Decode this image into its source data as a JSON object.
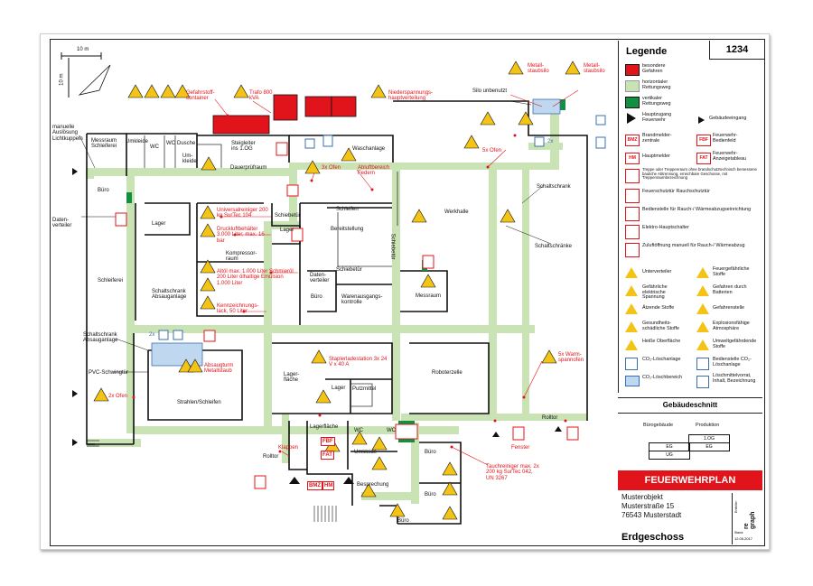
{
  "plan": {
    "number": "1234",
    "scale_label": "10 m",
    "title": "FEUERWEHRPLAN",
    "address": [
      "Musterobjekt",
      "Musterstraße 15",
      "76543 Musterstadt"
    ],
    "floor": "Erdgeschoss",
    "vendor_logo_text": "re graph",
    "vendor_caption": "Ersteller:",
    "date_caption": "Stand:",
    "date": "12.05.2017"
  },
  "colors": {
    "escape_route": "#c9e3b4",
    "danger_red": "#e1141b",
    "vertical_route": "#109040",
    "warning_yellow": "#f3c316"
  },
  "section": {
    "title": "Gebäudeschnitt",
    "col_buero": "Bürogebäude",
    "col_prod": "Produktion",
    "og_label": "1.OG",
    "eg_label": "EG",
    "ug_label": "UG"
  },
  "legend": {
    "title": "Legende",
    "items": [
      {
        "label": "besondere Gefahren",
        "icon": "red-fill"
      },
      {
        "label": "horizontaler Rettungsweg",
        "icon": "green-fill"
      },
      {
        "label": "vertikaler Rettungsweg",
        "icon": "dark-green-fill"
      },
      {
        "label": "Hauptzugang Feuerwehr",
        "icon": "main-entrance-arrow"
      },
      {
        "label": "Gebäudeeingang",
        "icon": "entrance-arrow"
      },
      {
        "label": "Brandmelder-zentrale",
        "icon": "BMZ"
      },
      {
        "label": "Feuerwehr-Bedienfeld",
        "icon": "FBF"
      },
      {
        "label": "Hauptmelder",
        "icon": "HM"
      },
      {
        "label": "Feuerwehr-Anzeigetableau",
        "icon": "FAT"
      },
      {
        "label": "Treppe oder Treppenraum ohne brandschutztechnisch bemessene bauliche Abtrennung, erreichbare Geschosse, mit Treppenraumbezeichnung",
        "icon": "stairs"
      },
      {
        "label": "Feuerschutztür Rauchschutztür",
        "icon": "fire-door"
      },
      {
        "label": "Bedienstelle für Rauch-/ Wärmeabzugseinrichtung",
        "icon": "smoke-control"
      },
      {
        "label": "Elektro-Hauptschalter",
        "icon": "main-switch"
      },
      {
        "label": "Zuluftöffnung manuell für Rauch-/ Wärmeabzug",
        "icon": "air-inlet"
      },
      {
        "label": "Unterverteiler",
        "icon": "sub-distribution"
      },
      {
        "label": "Feuergefährliche Stoffe",
        "icon": "flammable"
      },
      {
        "label": "Gefährliche elektrische Spannung",
        "icon": "voltage"
      },
      {
        "label": "Gefahren durch Batterien",
        "icon": "battery"
      },
      {
        "label": "Ätzende Stoffe",
        "icon": "corrosive"
      },
      {
        "label": "Gefahrenstelle",
        "icon": "danger"
      },
      {
        "label": "Gesundheits-schädliche Stoffe",
        "icon": "health"
      },
      {
        "label": "Explosionsfähige Atmosphäre",
        "icon": "explosive"
      },
      {
        "label": "Heiße Oberfläche",
        "icon": "hot"
      },
      {
        "label": "Umweltgefährdende Stoffe",
        "icon": "environment"
      },
      {
        "label": "CO₂-Löschanlage",
        "icon": "co2"
      },
      {
        "label": "Bedienstelle CO₂-Löschanlage",
        "icon": "co2-control"
      },
      {
        "label": "CO₂-Löschbereich",
        "icon": "co2-area"
      },
      {
        "label": "Löschmittelvorrat, Inhalt, Bezeichnung",
        "icon": "extinguishing-supply"
      }
    ]
  },
  "rooms": [
    {
      "id": "messraum-schleiferei",
      "label": "Messraum Schleiferei"
    },
    {
      "id": "umkleide-1",
      "label": "Umkleide"
    },
    {
      "id": "wc-1",
      "label": "WC"
    },
    {
      "id": "wc-2",
      "label": "WC"
    },
    {
      "id": "dusche",
      "label": "Dusche"
    },
    {
      "id": "umkleide-2",
      "label": "Um-kleide"
    },
    {
      "id": "steigleiter",
      "label": "Steigleiter ins 1.OG"
    },
    {
      "id": "waschanlage",
      "label": "Waschanlage"
    },
    {
      "id": "dauerpruefraum",
      "label": "Dauerprüfraum"
    },
    {
      "id": "buero-1",
      "label": "Büro"
    },
    {
      "id": "lager-1",
      "label": "Lager"
    },
    {
      "id": "lager-2",
      "label": "Lager"
    },
    {
      "id": "schleiferei",
      "label": "Schleiferei"
    },
    {
      "id": "kompressorraum",
      "label": "Kompressor-raum"
    },
    {
      "id": "schaltschrank-absauganlage",
      "label": "Schaltschrank Absauganlage"
    },
    {
      "id": "schleifen",
      "label": "Schleifen"
    },
    {
      "id": "bereitstellung",
      "label": "Bereitstellung"
    },
    {
      "id": "werkhalle",
      "label": "Werkhalle"
    },
    {
      "id": "datenverteiler",
      "label": "Daten-verteiler"
    },
    {
      "id": "buero-2",
      "label": "Büro"
    },
    {
      "id": "warenausgangskontrolle",
      "label": "Warenausgangs-kontrolle"
    },
    {
      "id": "messraum",
      "label": "Messraum"
    },
    {
      "id": "lagerflaeche-1",
      "label": "Lager-fläche"
    },
    {
      "id": "lager-3",
      "label": "Lager"
    },
    {
      "id": "putzmittel",
      "label": "Putzmittel"
    },
    {
      "id": "roboterzelle",
      "label": "Roboterzelle"
    },
    {
      "id": "strahlen-schleifen",
      "label": "Strahlen/Schleifen"
    },
    {
      "id": "lagerflaeche-2",
      "label": "Lagerfläche"
    },
    {
      "id": "wc-3",
      "label": "WC"
    },
    {
      "id": "wc-4",
      "label": "WC"
    },
    {
      "id": "umkleide-3",
      "label": "Umkleide"
    },
    {
      "id": "besprechung",
      "label": "Besprechung"
    },
    {
      "id": "buero-3",
      "label": "Büro"
    },
    {
      "id": "buero-4",
      "label": "Büro"
    },
    {
      "id": "buero-5",
      "label": "Büro"
    }
  ],
  "labels": {
    "manual_trigger": "manuelle Auslösung Lichtkuppeln",
    "datenverteiler_left": "Daten-verteiler",
    "schaltschrank_absauganlage_2": "Schaltschrank Absauganlage",
    "pvc_tor": "PVC-Schwingtür",
    "schiebetuer_1": "Schiebetür",
    "schiebetuer_2": "Schiebetür",
    "schiebetuer_3": "Schiebetür",
    "silo": "Silo unbenutzt",
    "schaltschrank_r1": "Schaltschrank",
    "schaltschrank_r2": "Schaltschränke",
    "rolltor_1": "Rolltor",
    "rolltor_2": "Rolltor",
    "fenster": "Fenster",
    "klappen": "Klappen"
  },
  "hazards": {
    "gefahrstoffcontainer": "Gefahrstoff-container",
    "trafo": "Trafo 800 kVA",
    "niederspannung": "Niederspannungs-hauptverteilung",
    "metallstaubsilo_1": "Metall-staubsilo",
    "metallstaubsilo_2": "Metall-staubsilo",
    "ofen_3x": "3x Ofen",
    "abluftbereich": "Abluftbereich Federn",
    "ofen_5x": "5x Ofen",
    "universalreiniger": "Universalreiniger 200 kg SurTec 104",
    "druckluftbehaelter": "Druckluftbehälter 3.000 Liter, max. 16 bar",
    "oele": "Altöl max. 1.000 Liter Schmieröl 200 Liter ölhaltige Emulsion 1.000 Liter",
    "kennzeichnungslack": "Kennzeichnungs-lack, 50 Liter",
    "absaugturm": "Absaugturm Metallstaub",
    "stapler": "Staplerladestation 3x 24 V x 40 A",
    "ofen_2x": "2x Ofen",
    "warmspannofen": "5x Warm-spannofen",
    "tauchreiniger": "Tauchreiniger max. 2x 200 kg SurTec 042, UN 3267"
  },
  "tags": {
    "bmz": "BMZ",
    "hm": "HM",
    "fbf": "FBF",
    "fat": "FAT",
    "co2_count": "2x",
    "co2_count_2": "2x"
  }
}
